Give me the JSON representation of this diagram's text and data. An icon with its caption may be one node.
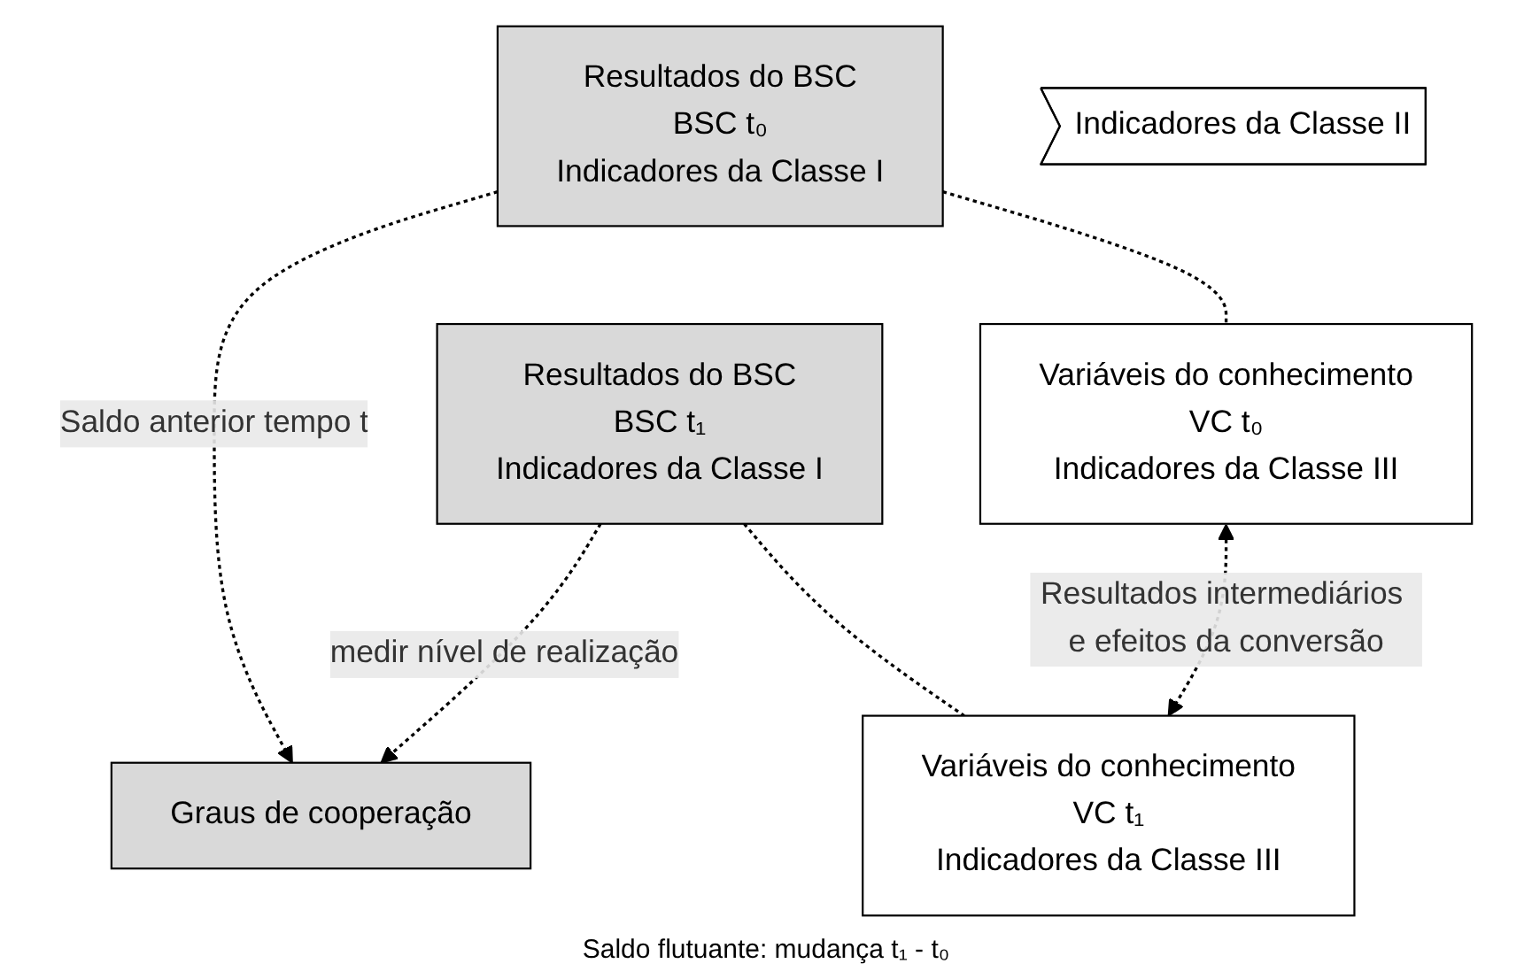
{
  "diagram": {
    "nodes": [
      {
        "text": [
          "Graus de cooperação"
        ]
      },
      {
        "text": [
          "Resultados do BSC",
          "BSC t₀",
          "Indicadores da Classe I"
        ]
      },
      {
        "text": [
          "Variáveis do conhecimento",
          "VC t₀",
          "Indicadores da Classe III"
        ]
      },
      {
        "text": [
          "Resultados do BSC",
          "BSC t₁",
          "Indicadores da Classe I"
        ]
      },
      {
        "text": [
          "Variáveis do conhecimento",
          "VC t₁",
          "Indicadores da Classe III"
        ]
      },
      {
        "text": [
          "Indicadores da Classe II"
        ]
      }
    ],
    "edges": [
      {
        "from": 1,
        "to": 0,
        "arrow": "to",
        "label": "Saldo anterior tempo t",
        "style": "dashed"
      },
      {
        "from": 3,
        "to": 0,
        "arrow": "to",
        "label": "medir nível de realização",
        "style": "dashed"
      },
      {
        "from": 1,
        "to": 2,
        "arrow": "none",
        "style": "dashed"
      },
      {
        "from": 3,
        "to": 4,
        "arrow": "none",
        "style": "dashed"
      },
      {
        "from": 2,
        "to": 4,
        "arrow": "both",
        "label": "Resultados intermediários e efeitos da conversão",
        "style": "dashed"
      }
    ],
    "labels": [
      "Saldo flutuante: mudança t₁ - t₀"
    ]
  }
}
